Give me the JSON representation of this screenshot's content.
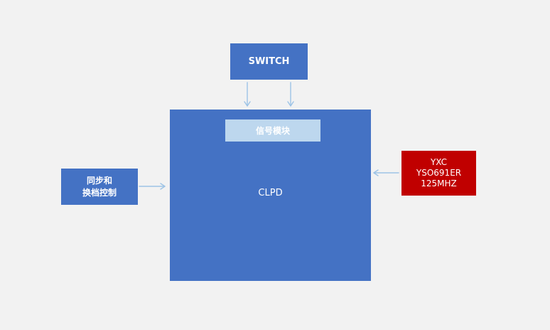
{
  "diagram": {
    "switch_label": "SWITCH",
    "clpd_label": "CLPD",
    "signal_module_label": "信号模块",
    "sync_line1": "同步和",
    "sync_line2": "换档控制",
    "osc_line1": "YXC",
    "osc_line2": "YSO691ER",
    "osc_line3": "125MHZ"
  },
  "colors": {
    "block_blue": "#4472c4",
    "signal_light_blue": "#bdd7ee",
    "oscillator_red": "#c00000",
    "arrow": "#9dc3e6",
    "background": "#f2f2f2"
  }
}
